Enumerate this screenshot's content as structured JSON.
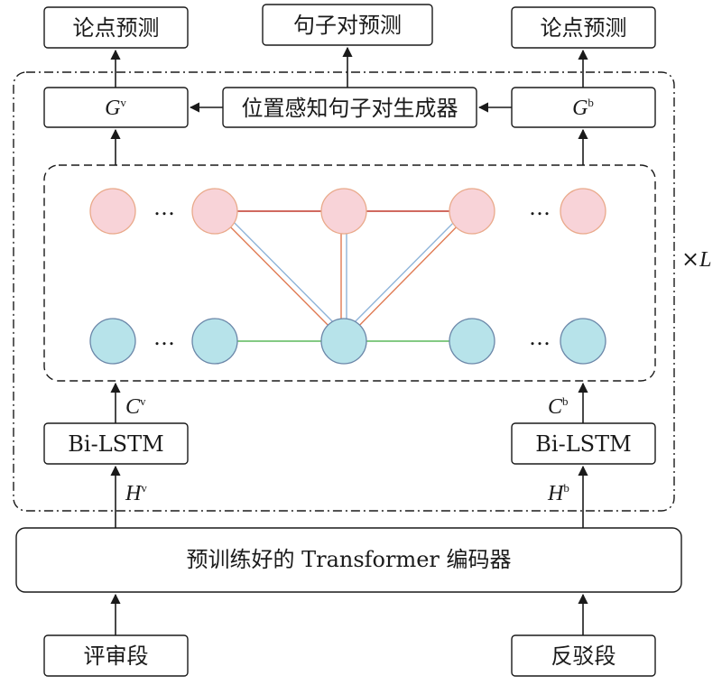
{
  "top": {
    "left_output": "论点预测",
    "center_output": "句子对预测",
    "right_output": "论点预测"
  },
  "module": {
    "generator": "位置感知句子对生成器",
    "g_left_main": "G",
    "g_left_sup": "v",
    "g_right_main": "G",
    "g_right_sup": "b",
    "repeat_times": "L",
    "repeat_prefix": "×"
  },
  "graph": {
    "ellipsis": "…",
    "colors": {
      "review_node": "#f8d3d8",
      "rebuttal_node": "#b7e3ea",
      "review_edge": "#c0392b",
      "rebuttal_edge": "#5cb85c",
      "cross_edge_a": "#e07b54",
      "cross_edge_b": "#8fb4d9"
    }
  },
  "encoders": {
    "left_lstm": "Bi-LSTM",
    "right_lstm": "Bi-LSTM",
    "c_left_main": "C",
    "c_left_sup": "v",
    "c_right_main": "C",
    "c_right_sup": "b",
    "h_left_main": "H",
    "h_left_sup": "v",
    "h_right_main": "H",
    "h_right_sup": "b"
  },
  "transformer": {
    "label": "预训练好的 Transformer 编码器"
  },
  "inputs": {
    "left": "评审段",
    "right": "反驳段"
  }
}
